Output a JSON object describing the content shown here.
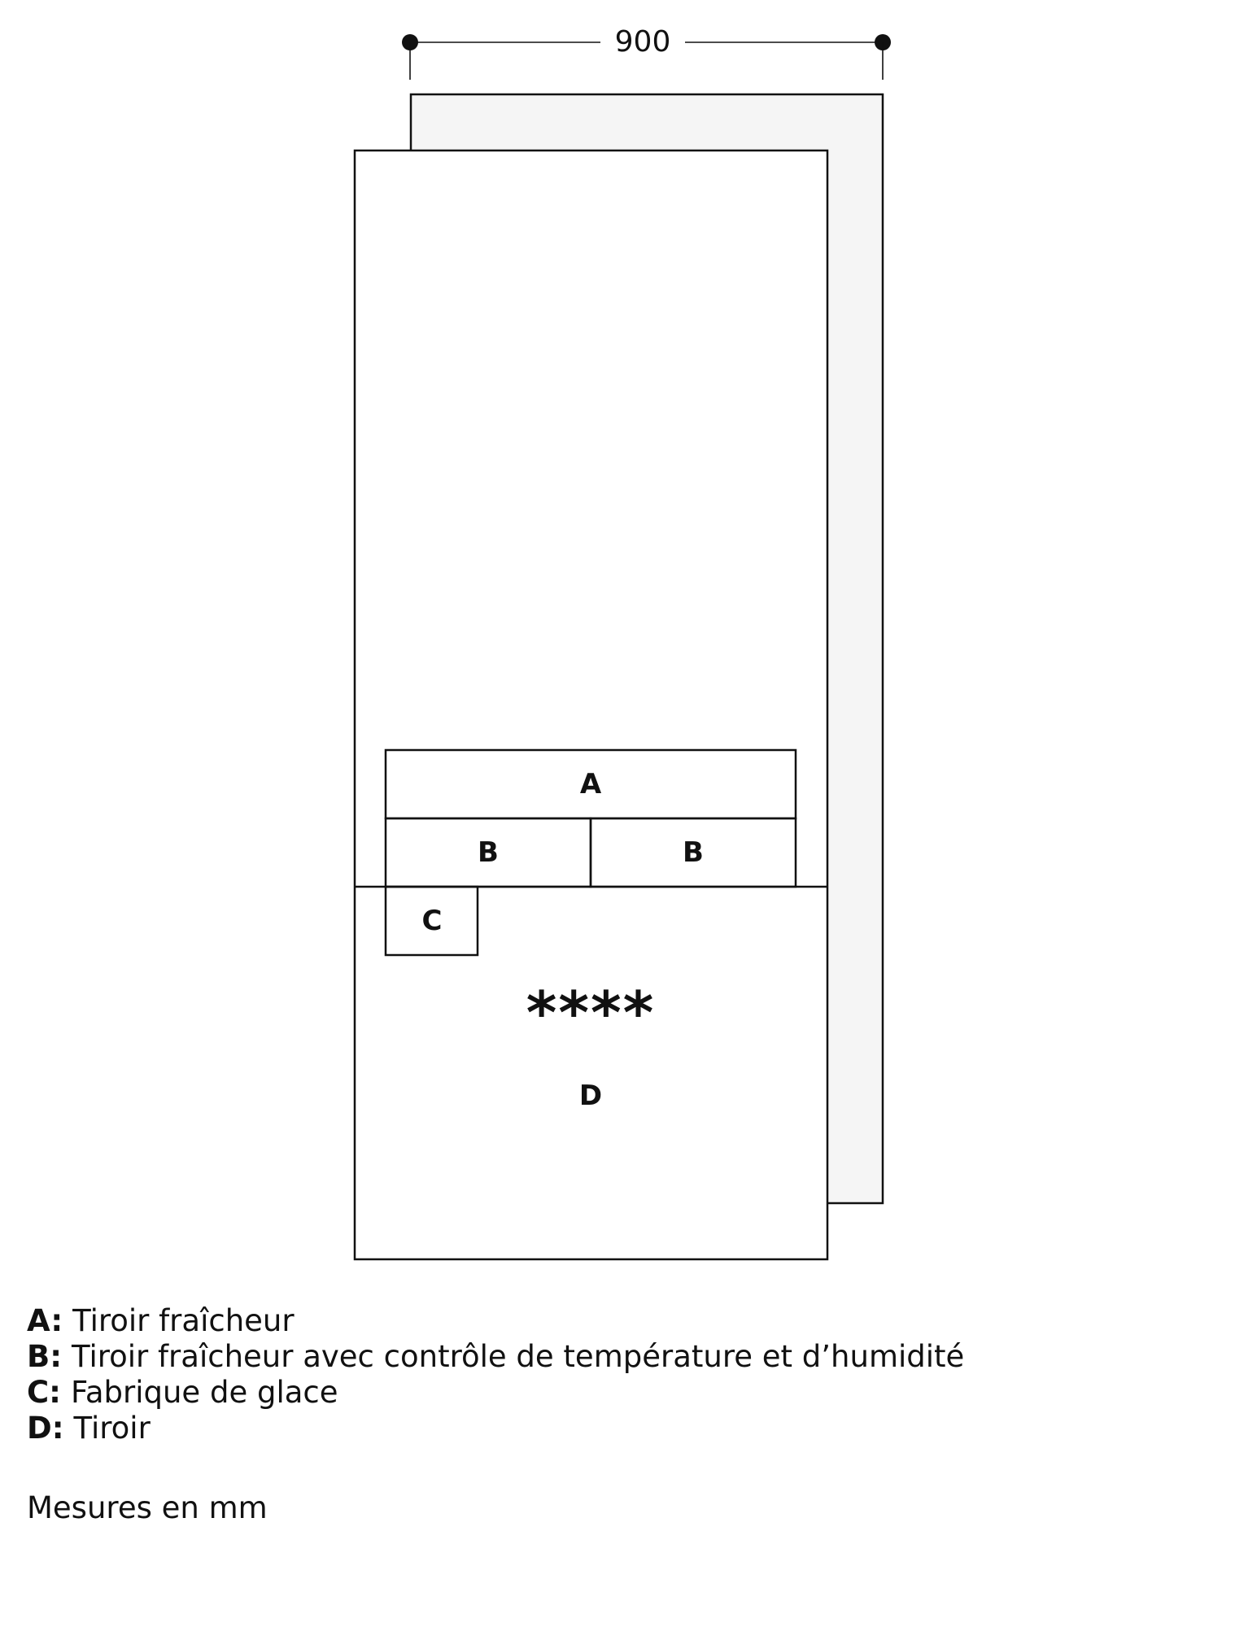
{
  "dimension": {
    "width_label": "900"
  },
  "compartments": {
    "A": "A",
    "B_left": "B",
    "B_right": "B",
    "C": "C",
    "D": "D",
    "freezer_rating": "****"
  },
  "legend": [
    {
      "key": "A:",
      "text": "Tiroir fraîcheur"
    },
    {
      "key": "B:",
      "text": "Tiroir fraîcheur avec contrôle de température et d’humidité"
    },
    {
      "key": "C:",
      "text": "Fabrique de glace"
    },
    {
      "key": "D:",
      "text": "Tiroir"
    }
  ],
  "units_note": "Mesures en mm",
  "colors": {
    "stroke": "#111111",
    "back_panel_fill": "#f5f5f5",
    "front_panel_fill": "#ffffff"
  }
}
